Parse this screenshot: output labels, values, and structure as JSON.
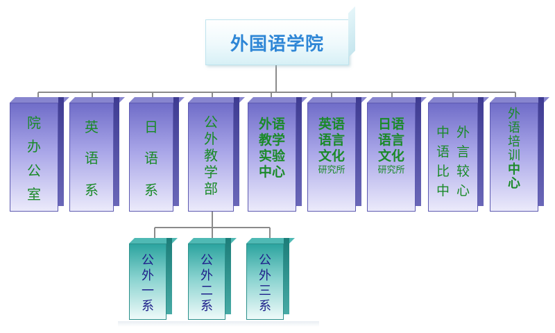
{
  "root": {
    "label": "外国语学院"
  },
  "departments": [
    {
      "lines": [
        "院",
        "办",
        "公",
        "室"
      ]
    },
    {
      "lines": [
        "英",
        "语",
        "系"
      ]
    },
    {
      "lines": [
        "日",
        "语",
        "系"
      ]
    },
    {
      "lines": [
        "公",
        "外",
        "教",
        "学",
        "部"
      ]
    },
    {
      "lines": [
        "外语",
        "教学",
        "实验",
        "中心"
      ]
    },
    {
      "lines": [
        "英语",
        "语言",
        "文化",
        "研究所"
      ]
    },
    {
      "lines": [
        "日语",
        "语言",
        "文化",
        "研究所"
      ]
    },
    {
      "col_left": [
        "中",
        "语",
        "比",
        "中"
      ],
      "col_right": [
        "外",
        "言",
        "较",
        "心"
      ]
    },
    {
      "lines": [
        "外",
        "语",
        "培",
        "训",
        "中",
        "心"
      ]
    }
  ],
  "sub_departments": [
    {
      "lines": [
        "公",
        "外",
        "一",
        "系"
      ]
    },
    {
      "lines": [
        "公",
        "外",
        "二",
        "系"
      ]
    },
    {
      "lines": [
        "公",
        "外",
        "三",
        "系"
      ]
    }
  ],
  "colors": {
    "root_text": "#2e86d6",
    "dept_text": "#1a8a28",
    "sub_text": "#1e1f8a"
  }
}
